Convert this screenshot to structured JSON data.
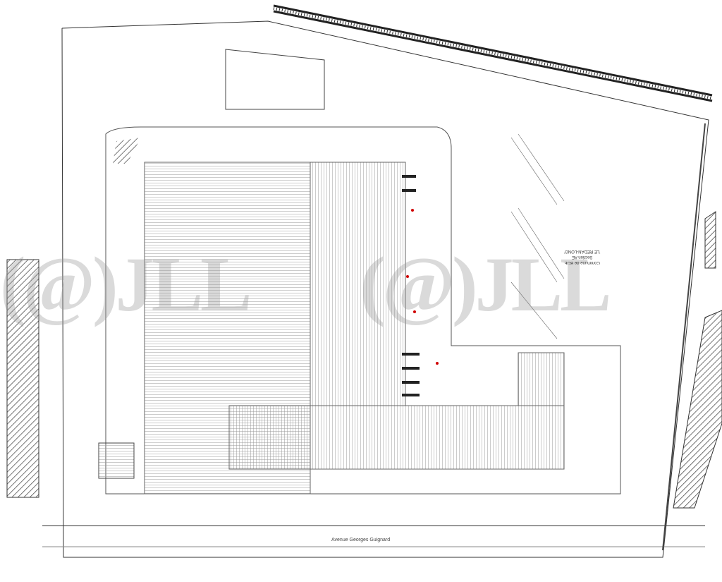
{
  "plan": {
    "street_name": "Avenue Georges Guignard",
    "parcel_label": [
      "Commune de BOE",
      "Section AE",
      "'LE REDAN-LONG'"
    ],
    "watermark": "JLL",
    "colors": {
      "line": "#333333",
      "hatch": "#555555",
      "watermark": "#969696",
      "marker": "#d00000"
    }
  }
}
